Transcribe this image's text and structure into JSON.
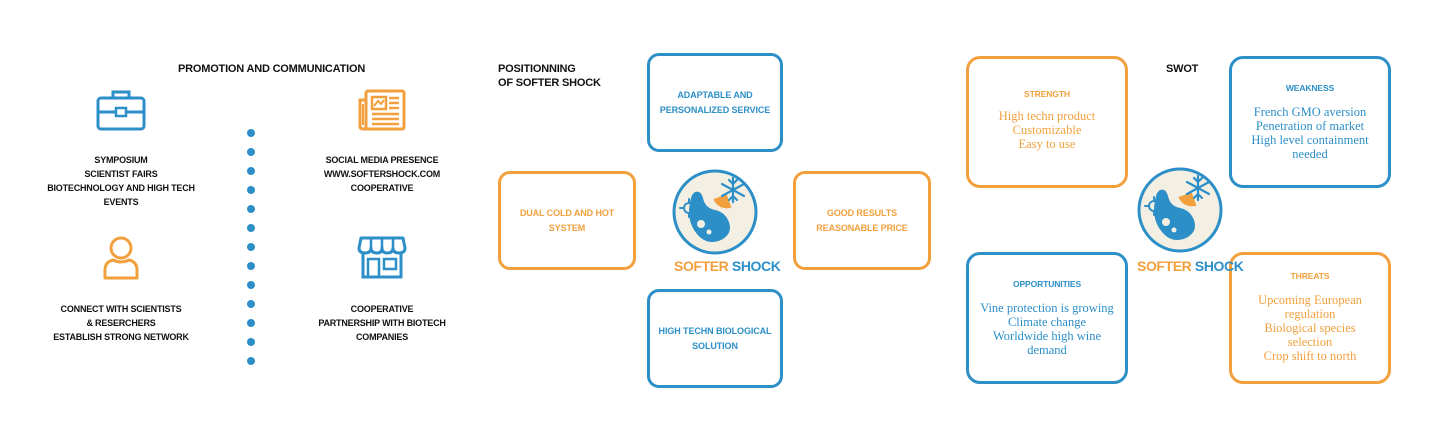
{
  "promotion": {
    "title": "PROMOTION AND COMMUNICATION",
    "items": [
      {
        "lines": [
          "SYMPOSIUM",
          "SCIENTIST FAIRS",
          "BIOTECHNOLOGY AND HIGH TECH EVENTS"
        ],
        "icon": "briefcase-icon"
      },
      {
        "lines": [
          "SOCIAL MEDIA PRESENCE",
          "WWW.SOFTERSHOCK.COM",
          "COOPERATIVE"
        ],
        "icon": "newspaper-icon"
      },
      {
        "lines": [
          "CONNECT WITH SCIENTISTS",
          "& RESERCHERS",
          "ESTABLISH STRONG NETWORK"
        ],
        "icon": "person-icon"
      },
      {
        "lines": [
          "COOPERATIVE",
          "PARTNERSHIP WITH BIOTECH",
          "COMPANIES"
        ],
        "icon": "storefront-icon"
      }
    ]
  },
  "positioning": {
    "title_line1": "POSITIONNING",
    "title_line2": "OF SOFTER SHOCK",
    "top": [
      "ADAPTABLE AND",
      "PERSONALIZED SERVICE"
    ],
    "left": [
      "DUAL COLD AND HOT SYSTEM"
    ],
    "right": [
      "GOOD RESULTS",
      "REASONABLE PRICE"
    ],
    "bottom": [
      "HIGH TECHN BIOLOGICAL",
      "SOLUTION"
    ]
  },
  "logo": {
    "word1": "SOFTER",
    "word2": "SHOCK"
  },
  "swot": {
    "title": "SWOT",
    "strength": {
      "title": "STRENGTH",
      "lines": [
        "High techn product",
        "Customizable",
        "Easy to use"
      ]
    },
    "weakness": {
      "title": "WEAKNESS",
      "lines": [
        "French GMO aversion",
        "Penetration of market",
        "High level containment",
        "needed"
      ]
    },
    "opportunities": {
      "title": "OPPORTUNITIES",
      "lines": [
        "Vine protection is growing",
        "Climate change",
        "Worldwide high wine",
        "demand"
      ]
    },
    "threats": {
      "title": "THREATS",
      "lines": [
        "Upcoming European",
        "regulation",
        "Biological species",
        "selection",
        "Crop shift to north"
      ]
    }
  },
  "colors": {
    "blue": "#2d8fc8",
    "orange": "#f2a03d"
  }
}
